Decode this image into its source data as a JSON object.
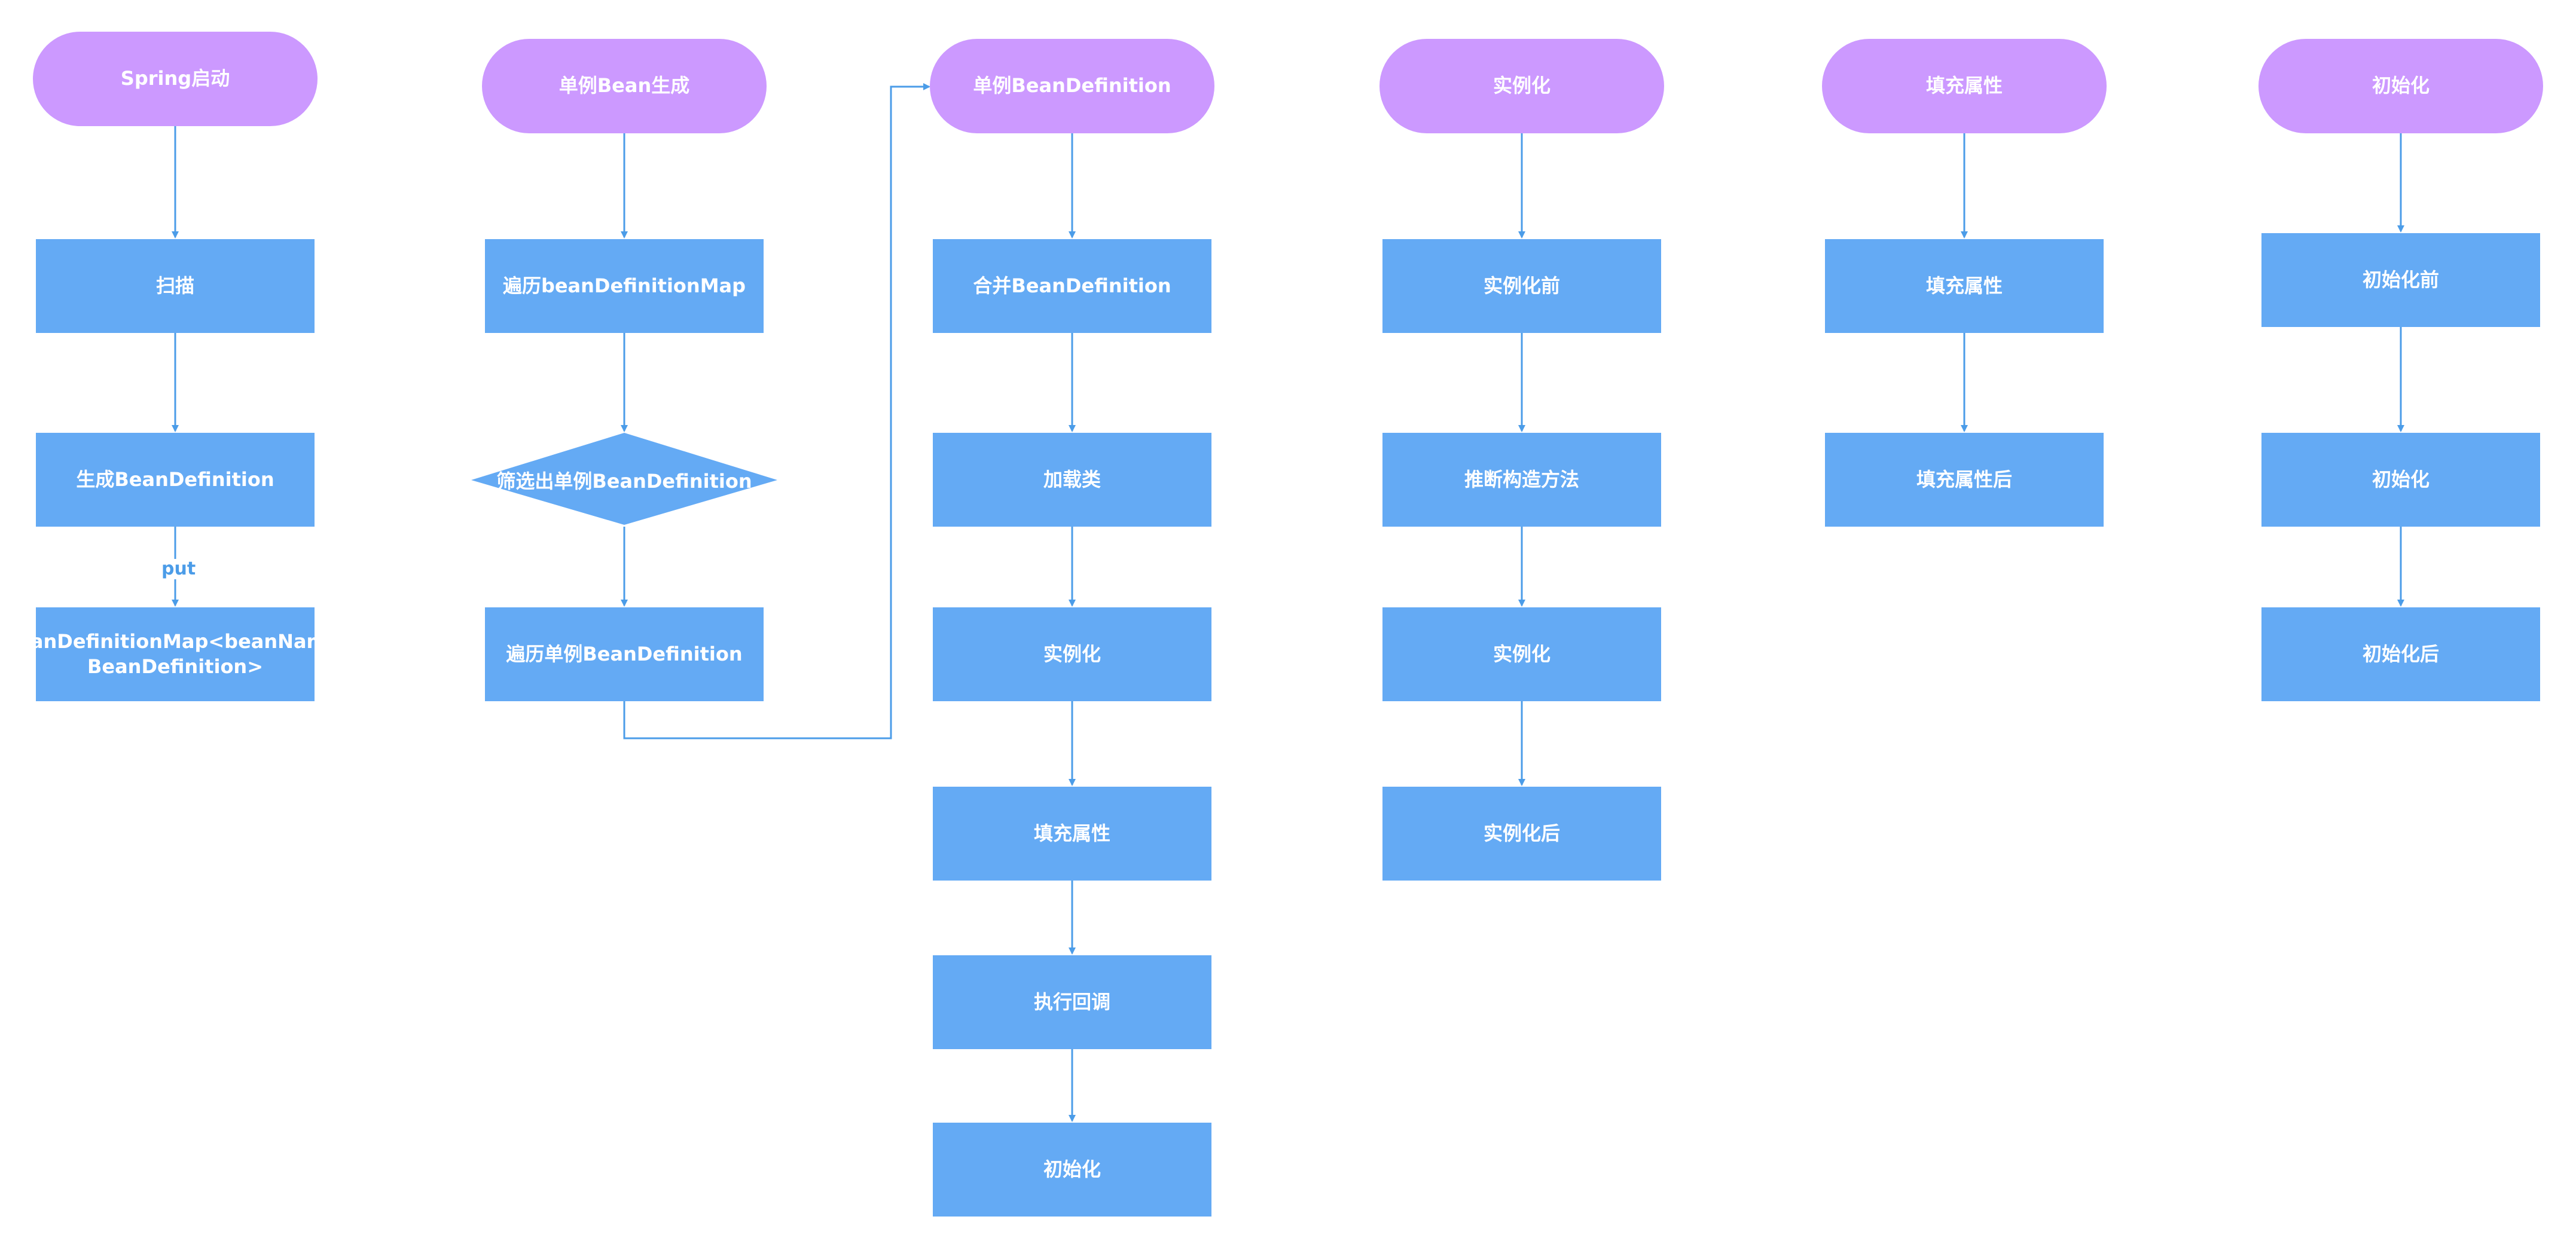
{
  "flows": [
    {
      "start": "Spring启动",
      "steps": [
        "扫描",
        "生成BeanDefinition",
        "beanDefinitionMap<beanName, BeanDefinition>"
      ],
      "edge_label": "put"
    },
    {
      "start": "单例Bean生成",
      "steps": [
        "遍历beanDefinitionMap",
        "筛选出单例BeanDefinition",
        "遍历单例BeanDefinition"
      ]
    },
    {
      "start": "单例BeanDefinition",
      "steps": [
        "合并BeanDefinition",
        "加载类",
        "实例化",
        "填充属性",
        "执行回调",
        "初始化"
      ]
    },
    {
      "start": "实例化",
      "steps": [
        "实例化前",
        "推断构造方法",
        "实例化",
        "实例化后"
      ]
    },
    {
      "start": "填充属性",
      "steps": [
        "填充属性",
        "填充属性后"
      ]
    },
    {
      "start": "初始化",
      "steps": [
        "初始化前",
        "初始化",
        "初始化后"
      ]
    }
  ],
  "colors": {
    "terminal": "#cc99ff",
    "process": "#64aaf4",
    "decision": "#64aaf4",
    "connector": "#4b9ce8",
    "text": "#ffffff",
    "edge_label": "#4b9ce8"
  }
}
